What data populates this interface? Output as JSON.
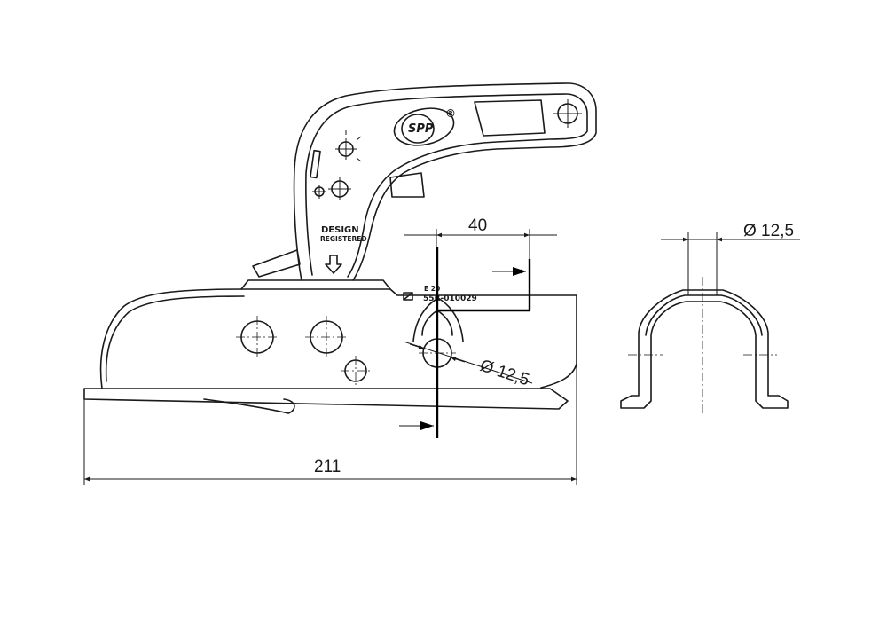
{
  "dimensions": {
    "overall_length": "211",
    "slot_spacing": "40",
    "hole_diameter_side": "Ø 12,5",
    "hole_diameter_section": "Ø 12,5"
  },
  "embossing": {
    "brand": "SPP",
    "registered_mark": "®",
    "design_line1": "DESIGN",
    "design_line2": "REGISTERED",
    "approval_code": "55R-010029",
    "approval_prefix": "E 20"
  }
}
